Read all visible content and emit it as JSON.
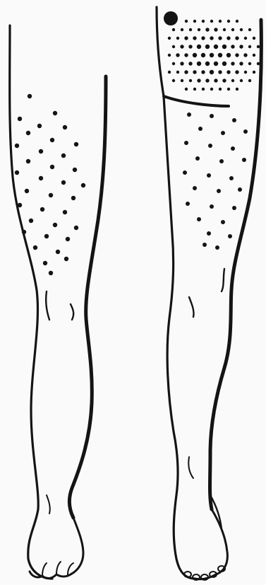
{
  "figure": {
    "background": "#fafafa",
    "ink_color": "#141414",
    "subject": "anterior-view-legs",
    "panels": [
      {
        "id": "left-leg",
        "view": "anterior",
        "marking": "stippled-thigh-region"
      },
      {
        "id": "right-leg",
        "view": "anterior",
        "marking": "stippled-hip-and-thigh-region",
        "extra_marking": "solid-dot-at-hip"
      }
    ]
  }
}
